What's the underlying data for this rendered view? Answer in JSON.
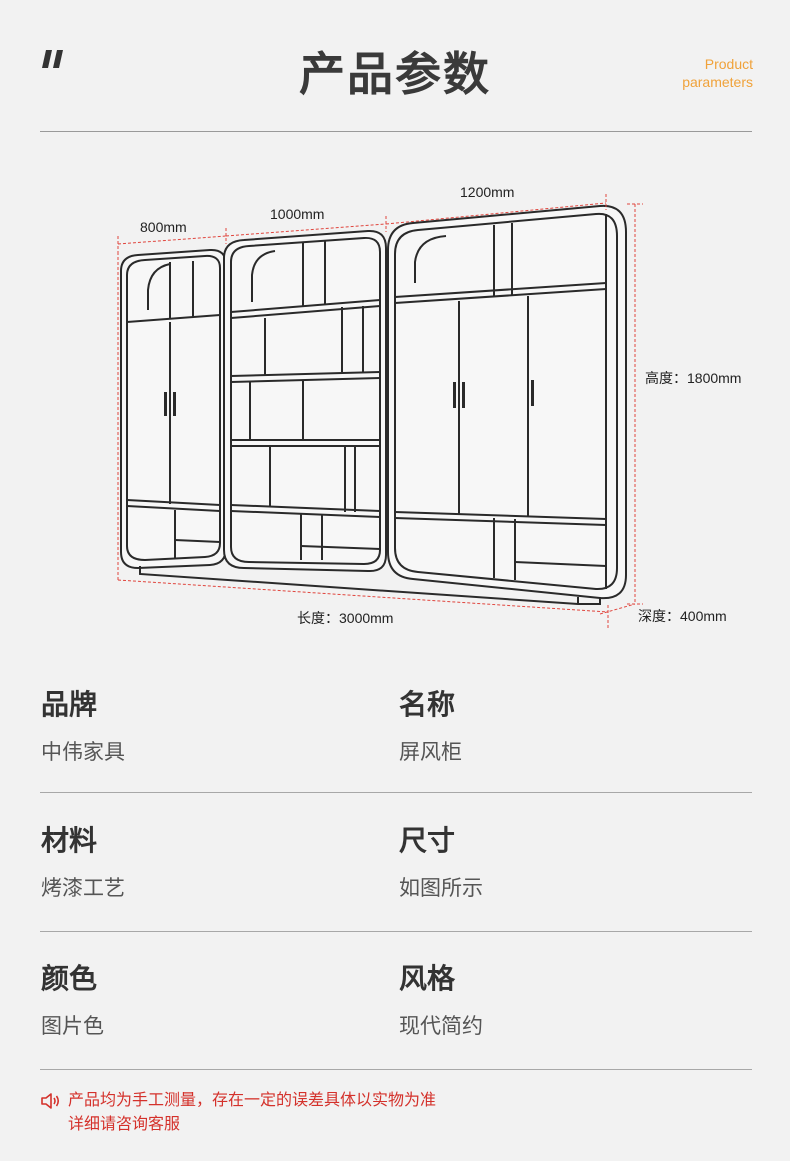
{
  "header": {
    "title": "产品参数",
    "subtitle_line1": "Product",
    "subtitle_line2": "parameters"
  },
  "dimensions": {
    "width_left": "800mm",
    "width_middle": "1000mm",
    "width_right": "1200mm",
    "height": "高度：1800mm",
    "length": "长度：3000mm",
    "depth": "深度：400mm"
  },
  "specs": [
    {
      "label": "品牌",
      "value": "中伟家具"
    },
    {
      "label": "名称",
      "value": "屏风柜"
    },
    {
      "label": "材料",
      "value": "烤漆工艺"
    },
    {
      "label": "尺寸",
      "value": "如图所示"
    },
    {
      "label": "颜色",
      "value": "图片色"
    },
    {
      "label": "风格",
      "value": "现代简约"
    }
  ],
  "notice": {
    "line1": "产品均为手工测量，存在一定的误差具体以实物为准",
    "line2": "详细请咨询客服"
  },
  "colors": {
    "accent": "#f0a23a",
    "notice": "#d4312b",
    "dimension_line": "#e0453d"
  },
  "icons": {
    "quote": "quote-mark-icon",
    "notice": "speaker-icon"
  }
}
